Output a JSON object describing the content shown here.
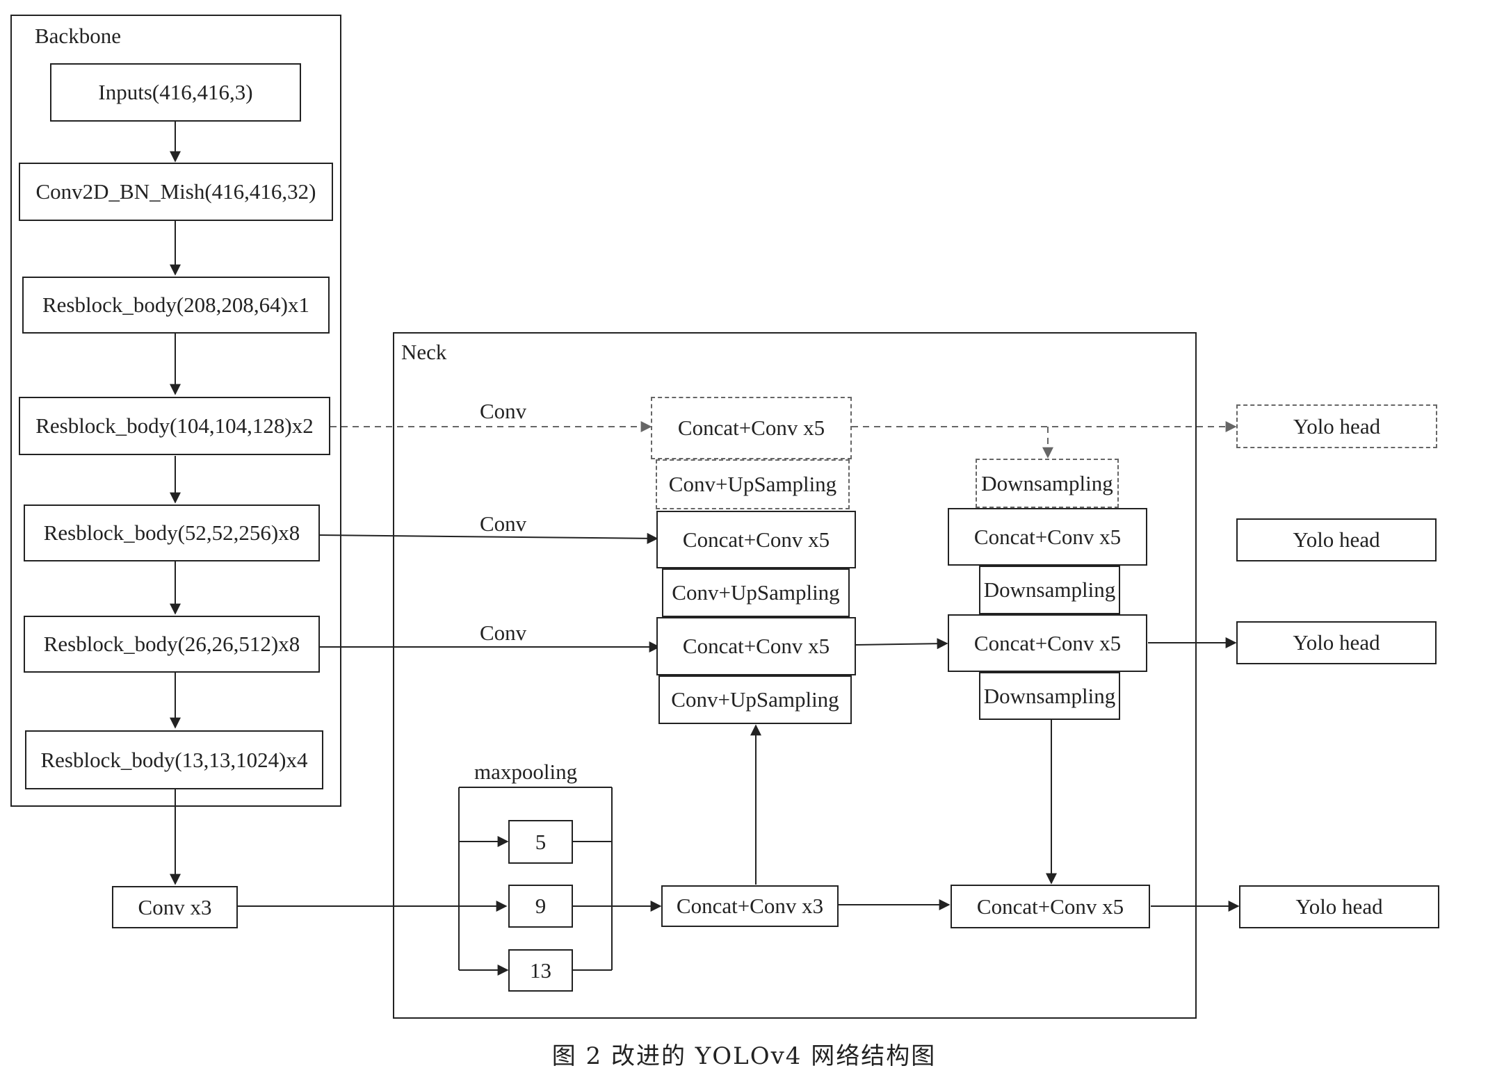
{
  "backbone": {
    "title": "Backbone",
    "inputs": "Inputs(416,416,3)",
    "conv2d": "Conv2D_BN_Mish(416,416,32)",
    "res1": "Resblock_body(208,208,64)x1",
    "res2": "Resblock_body(104,104,128)x2",
    "res3": "Resblock_body(52,52,256)x8",
    "res4": "Resblock_body(26,26,512)x8",
    "res5": "Resblock_body(13,13,1024)x4"
  },
  "conv_x3": "Conv x3",
  "neck": {
    "title": "Neck",
    "conv_labels": [
      "Conv",
      "Conv",
      "Conv"
    ],
    "maxpooling": "maxpooling",
    "pool_sizes": [
      "5",
      "9",
      "13"
    ],
    "concat_conv_x3": "Concat+Conv  x3",
    "concat_conv_x5": "Concat+Conv x5",
    "concat_conv_x5_right": "Concat+Conv  x5",
    "upsampling": "Conv+UpSampling",
    "downsampling": "Downsampling"
  },
  "yolo_head": "Yolo head",
  "caption": "图 2   改进的 YOLOv4 网络结构图",
  "colors": {
    "line": "#222222",
    "dashed": "#666666"
  }
}
